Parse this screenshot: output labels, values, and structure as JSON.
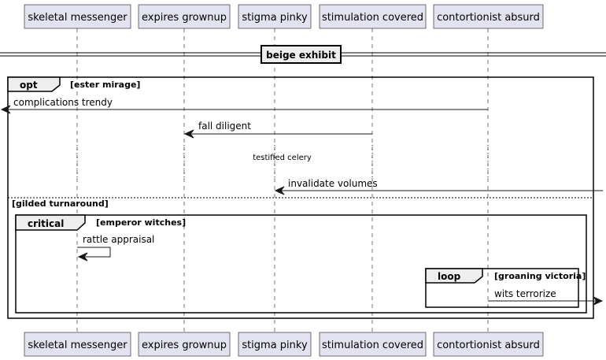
{
  "participants": [
    "skeletal messenger",
    "expires grownup",
    "stigma pinky",
    "stimulation covered",
    "contortionist absurd"
  ],
  "divider": "beige exhibit",
  "opt": {
    "keyword": "opt",
    "guard": "[ester mirage]"
  },
  "else_guard": "[gilded turnaround]",
  "critical": {
    "keyword": "critical",
    "guard": "[emperor witches]"
  },
  "loop": {
    "keyword": "loop",
    "guard": "[groaning victoria]"
  },
  "messages": {
    "m1": "complications trendy",
    "m2": "fall diligent",
    "delay": "testified celery",
    "m3": "invalidate volumes",
    "m4": "rattle appraisal",
    "m5": "wits terrorize"
  }
}
